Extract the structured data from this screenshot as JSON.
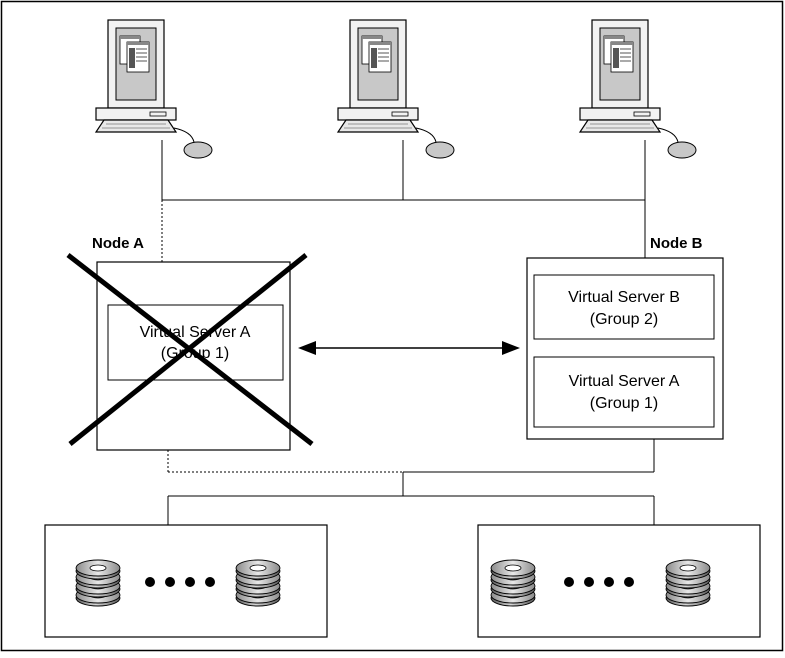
{
  "node_a": {
    "label": "Node A",
    "status": "failed"
  },
  "node_b": {
    "label": "Node B",
    "status": "active"
  },
  "virtual_servers": {
    "failed_a": {
      "name": "Virtual Server A",
      "group": "(Group 1)"
    },
    "b": {
      "name": "Virtual Server B",
      "group": "(Group 2)"
    },
    "a_on_b": {
      "name": "Virtual Server A",
      "group": "(Group 1)"
    }
  },
  "clients": {
    "count": 3,
    "icon": "workstation-icon"
  },
  "storage": {
    "count": 2,
    "icon": "disk-stack-icon",
    "ellipsis": "dots"
  },
  "colors": {
    "line": "#000000",
    "frame": "#000000",
    "background": "#ffffff",
    "disk_dark": "#555555",
    "disk_light": "#d8d8d8"
  }
}
